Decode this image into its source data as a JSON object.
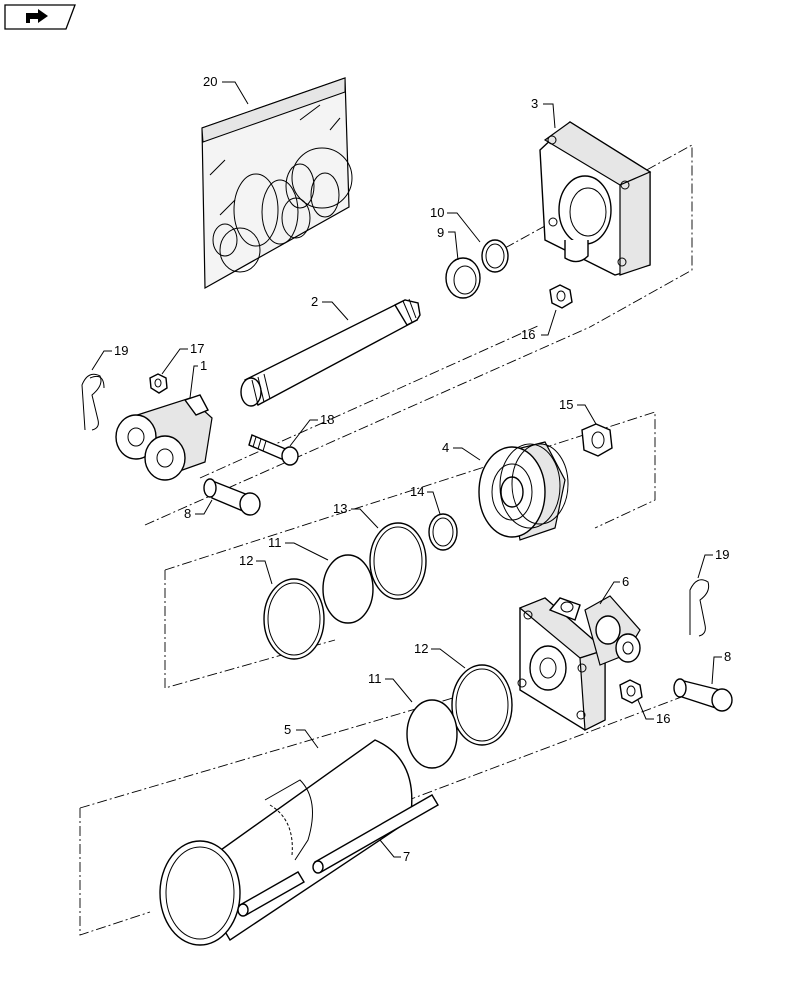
{
  "toolbar": {
    "back_icon": "return-arrow-icon"
  },
  "callouts": [
    {
      "id": "c20",
      "label": "20"
    },
    {
      "id": "c3",
      "label": "3"
    },
    {
      "id": "c10",
      "label": "10"
    },
    {
      "id": "c9",
      "label": "9"
    },
    {
      "id": "c2",
      "label": "2"
    },
    {
      "id": "c16a",
      "label": "16"
    },
    {
      "id": "c19a",
      "label": "19"
    },
    {
      "id": "c17",
      "label": "17"
    },
    {
      "id": "c1",
      "label": "1"
    },
    {
      "id": "c18",
      "label": "18"
    },
    {
      "id": "c15",
      "label": "15"
    },
    {
      "id": "c4",
      "label": "4"
    },
    {
      "id": "c14",
      "label": "14"
    },
    {
      "id": "c8a",
      "label": "8"
    },
    {
      "id": "c13",
      "label": "13"
    },
    {
      "id": "c11a",
      "label": "11"
    },
    {
      "id": "c12a",
      "label": "12"
    },
    {
      "id": "c19b",
      "label": "19"
    },
    {
      "id": "c6",
      "label": "6"
    },
    {
      "id": "c12b",
      "label": "12"
    },
    {
      "id": "c8b",
      "label": "8"
    },
    {
      "id": "c11b",
      "label": "11"
    },
    {
      "id": "c16b",
      "label": "16"
    },
    {
      "id": "c5",
      "label": "5"
    },
    {
      "id": "c7",
      "label": "7"
    }
  ]
}
